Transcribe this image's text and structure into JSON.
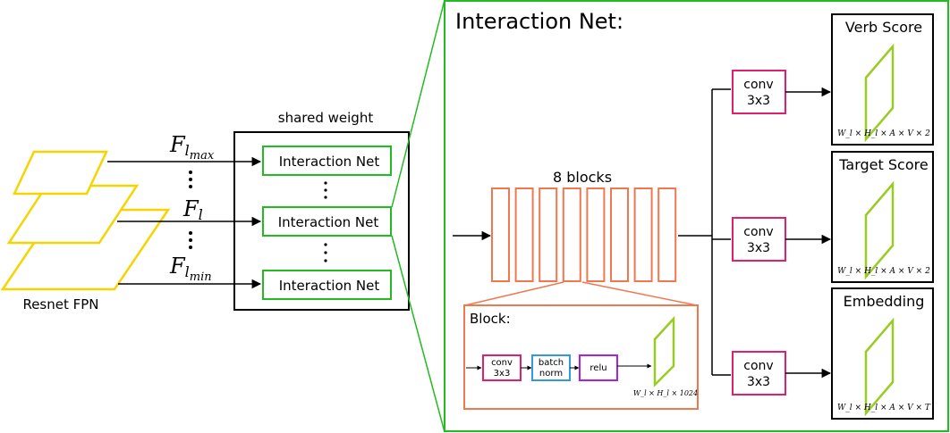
{
  "fpn": {
    "label": "Resnet FPN",
    "levels": [
      {
        "symbol": "F",
        "subscript": "l",
        "subsub": "max"
      },
      {
        "symbol": "F",
        "subscript": "l",
        "subsub": ""
      },
      {
        "symbol": "F",
        "subscript": "l",
        "subsub": "min"
      }
    ],
    "colors": {
      "plane": "#f5d400"
    }
  },
  "shared": {
    "title": "shared weight",
    "nets": [
      "Interaction Net",
      "Interaction Net",
      "Interaction Net"
    ],
    "colors": {
      "net": "#22bb22"
    }
  },
  "interaction_net": {
    "title": "Interaction Net:",
    "blocks_label": "8 blocks",
    "block_count": 8,
    "block_detail": {
      "title": "Block:",
      "conv": [
        "conv",
        "3x3"
      ],
      "batchnorm": [
        "batch",
        "norm"
      ],
      "relu": "relu",
      "output_dims": "W_l × H_l × 1024"
    },
    "heads": [
      {
        "conv": [
          "conv",
          "3x3"
        ],
        "title": "Verb Score",
        "dims": "W_l × H_l × A × V × 2"
      },
      {
        "conv": [
          "conv",
          "3x3"
        ],
        "title": "Target Score",
        "dims": "W_l × H_l × A × V × 2"
      },
      {
        "conv": [
          "conv",
          "3x3"
        ],
        "title": "Embedding",
        "dims": "W_l × H_l × A × V × T"
      }
    ],
    "colors": {
      "frame": "#22bb22",
      "block": "#f07850",
      "conv": "#e0206e",
      "batchnorm": "#3399dd",
      "relu": "#aa22dd",
      "feature": "#99cc22"
    }
  }
}
